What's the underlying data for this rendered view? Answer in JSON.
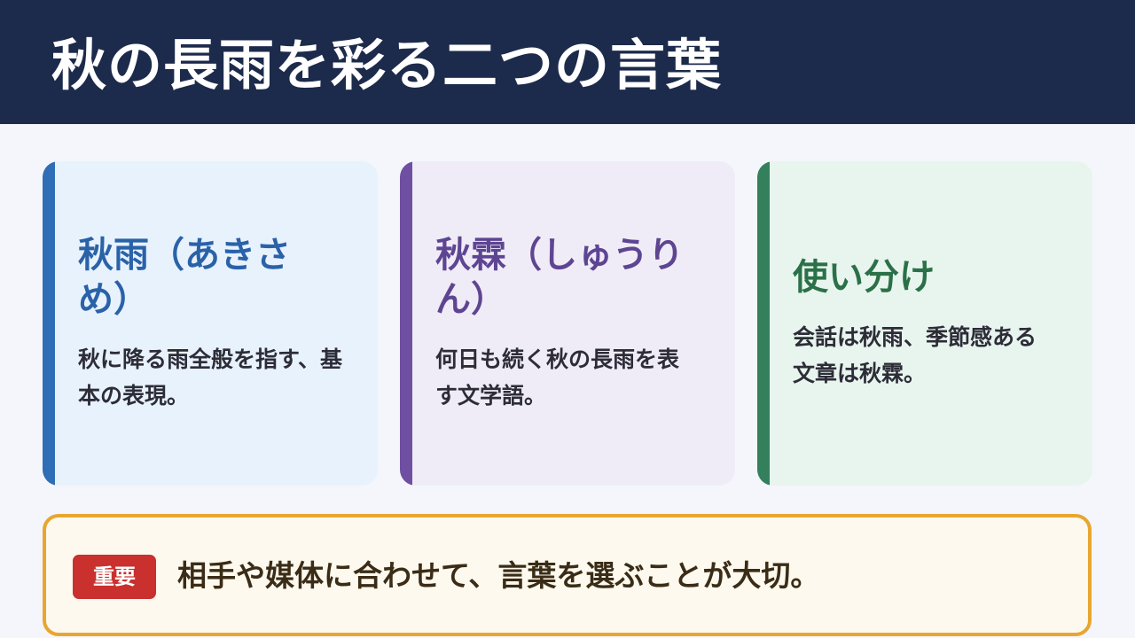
{
  "header": {
    "title": "秋の長雨を彩る二つの言葉"
  },
  "cards": [
    {
      "title": "秋雨（あきさめ）",
      "text": "秋に降る雨全般を指す、基本の表現。",
      "accent": "#2f6db6"
    },
    {
      "title": "秋霖（しゅうりん）",
      "text": "何日も続く秋の長雨を表す文学語。",
      "accent": "#6e4fa1"
    },
    {
      "title": "使い分け",
      "text": "会話は秋雨、季節感ある文章は秋霖。",
      "accent": "#34805c"
    }
  ],
  "note": {
    "badge": "重要",
    "text": "相手や媒体に合わせて、言葉を選ぶことが大切。",
    "border_color": "#e8a630",
    "badge_color": "#c9302e"
  }
}
